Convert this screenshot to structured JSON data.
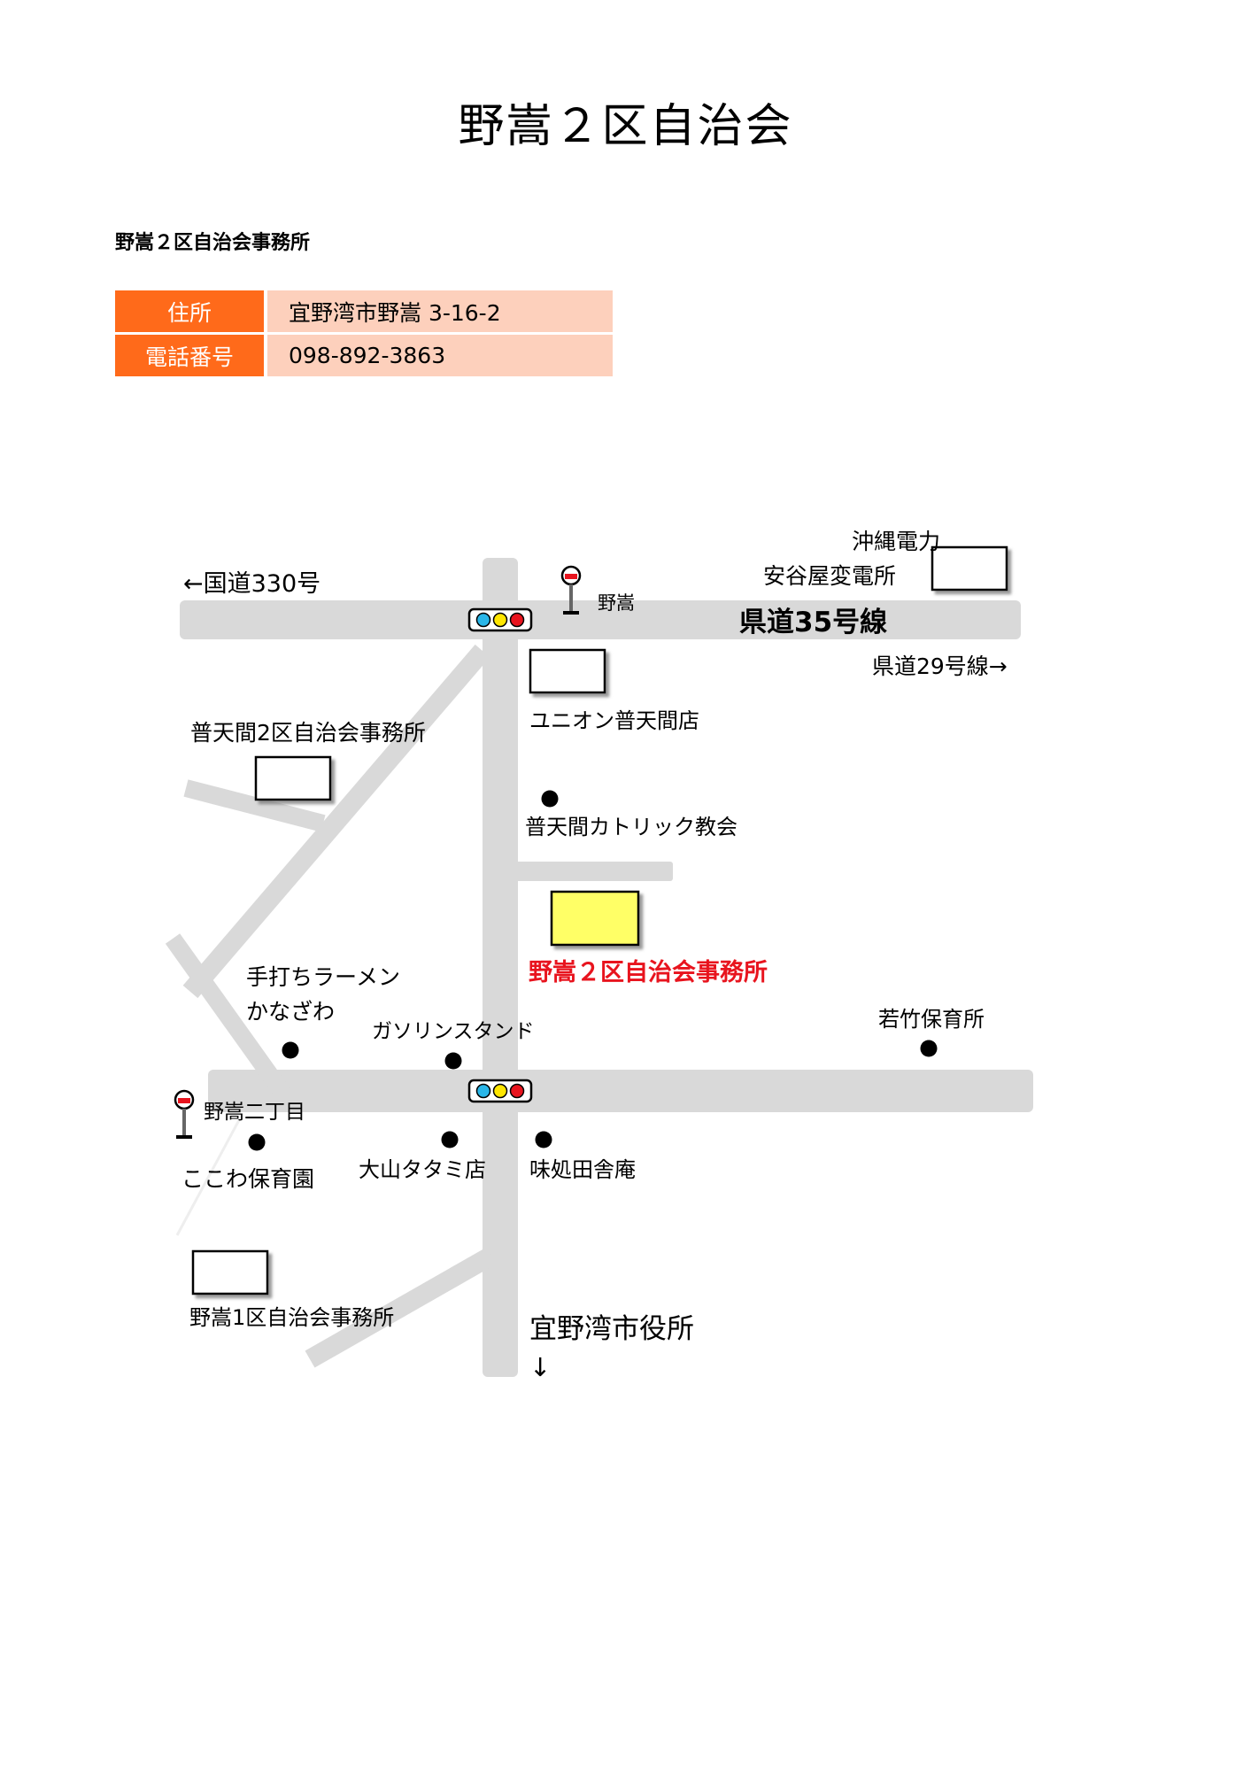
{
  "title": "野嵩２区自治会",
  "subtitle": "野嵩２区自治会事務所",
  "info": [
    {
      "key": "住所",
      "value": "宜野湾市野嵩 3-16-2"
    },
    {
      "key": "電話番号",
      "value": "098-892-3863"
    }
  ],
  "colors": {
    "label_bg": "#ff6a1a",
    "value_bg": "#fdd0bc",
    "road": "#d9d9d9",
    "target_building": "#ffff66",
    "target_text": "#e8141e"
  },
  "map": {
    "roads": {
      "route330": "←国道330号",
      "pref35": "県道35号線",
      "pref29": "県道29号線→",
      "city_hall": "宜野湾市役所",
      "city_hall_arrow": "↓"
    },
    "labels": {
      "okiden_1": "沖縄電力",
      "okiden_2": "安谷屋変電所",
      "nodake_signal": "野嵩",
      "union": "ユニオン普天間店",
      "futenma2": "普天間2区自治会事務所",
      "church": "普天間カトリック教会",
      "target": "野嵩２区自治会事務所",
      "ramen_1": "手打ちラーメン",
      "ramen_2": "かなざわ",
      "gas": "ガソリンスタンド",
      "wakatake": "若竹保育所",
      "nichome": "野嵩二丁目",
      "kokowa": "ここわ保育園",
      "tatami": "大山タタミ店",
      "ajidokoro": "味処田舎庵",
      "nodake1": "野嵩1区自治会事務所"
    },
    "icons": [
      "traffic-light-icon",
      "bus-stop-icon",
      "landmark-dot-icon"
    ]
  }
}
